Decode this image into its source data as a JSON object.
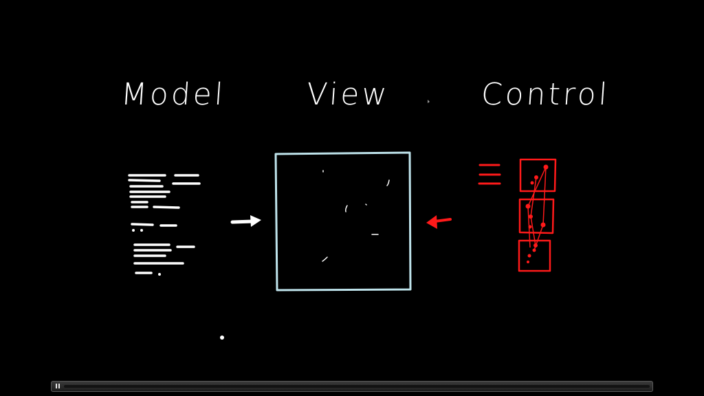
{
  "drawing": {
    "heading_model": "Model",
    "heading_view": "View",
    "heading_control": "Control",
    "ink_white": "#ffffff",
    "ink_view_box": "#bfe4ec",
    "ink_red": "#ff1a1a"
  },
  "player": {
    "state": "playing",
    "pause_icon": "pause-icon",
    "progress": 0.0
  }
}
